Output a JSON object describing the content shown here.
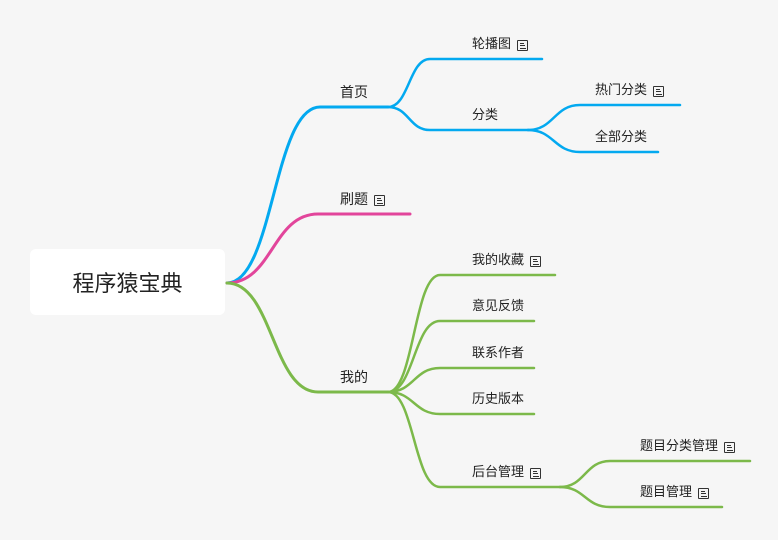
{
  "colors": {
    "blue": "#03a9f0",
    "pink": "#e2459b",
    "green": "#7cb94a",
    "background": "#f6f6f6"
  },
  "root": {
    "label": "程序猿宝典"
  },
  "branches": [
    {
      "label": "首页",
      "color": "blue",
      "note": false,
      "children": [
        {
          "label": "轮播图",
          "note": true,
          "children": []
        },
        {
          "label": "分类",
          "note": false,
          "children": [
            {
              "label": "热门分类",
              "note": true
            },
            {
              "label": "全部分类",
              "note": false
            }
          ]
        }
      ]
    },
    {
      "label": "刷题",
      "color": "pink",
      "note": true,
      "children": []
    },
    {
      "label": "我的",
      "color": "green",
      "note": false,
      "children": [
        {
          "label": "我的收藏",
          "note": true,
          "children": []
        },
        {
          "label": "意见反馈",
          "note": false,
          "children": []
        },
        {
          "label": "联系作者",
          "note": false,
          "children": []
        },
        {
          "label": "历史版本",
          "note": false,
          "children": []
        },
        {
          "label": "后台管理",
          "note": true,
          "children": [
            {
              "label": "题目分类管理",
              "note": true
            },
            {
              "label": "题目管理",
              "note": true
            }
          ]
        }
      ]
    }
  ]
}
